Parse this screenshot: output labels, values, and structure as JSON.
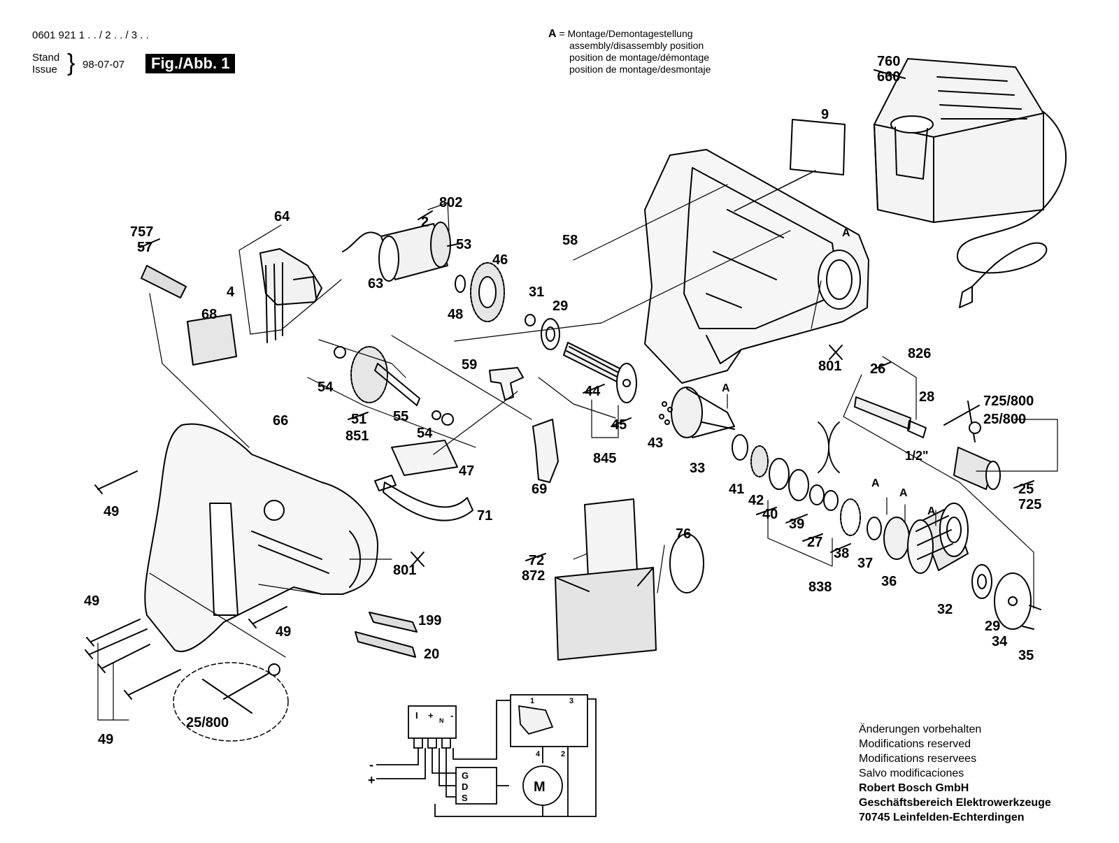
{
  "header": {
    "part_number": "0601 921 1 . . / 2 . . / 3 . .",
    "stand": "Stand",
    "issue": "Issue",
    "date": "98-07-07",
    "figure": "Fig./Abb. 1"
  },
  "legend": {
    "symbol": "A",
    "lines": [
      "= Montage/Demontagestellung",
      "assembly/disassembly position",
      "position de montage/démontage",
      "position de montage/desmontaje"
    ]
  },
  "notes": {
    "lines": [
      "Änderungen vorbehalten",
      "Modifications reserved",
      "Modifications reservees",
      "Salvo modificaciones"
    ],
    "company": [
      "Robert Bosch GmbH",
      "Geschäftsbereich Elektrowerkzeuge",
      "70745 Leinfelden-Echterdingen"
    ]
  },
  "part_labels": {
    "p760": "760",
    "p660": "660",
    "p9": "9",
    "p802": "802",
    "p2": "2",
    "p53": "53",
    "p64": "64",
    "p757": "757",
    "p57": "57",
    "p63": "63",
    "p4": "4",
    "p68": "68",
    "p58": "58",
    "p46": "46",
    "p48": "48",
    "p31": "31",
    "p29a": "29",
    "pA1": "A",
    "p801a": "801",
    "p59": "59",
    "p54a": "54",
    "p66": "66",
    "p51": "51",
    "p851": "851",
    "p55": "55",
    "p54b": "54",
    "p44": "44",
    "p45": "45",
    "p845": "845",
    "p43": "43",
    "pA2": "A",
    "p33": "33",
    "p826": "826",
    "p26": "26",
    "p28": "28",
    "p725_800": "725/800",
    "p25_800a": "25/800",
    "p_half": "1/2\"",
    "p47": "47",
    "p69": "69",
    "p49a": "49",
    "p71": "71",
    "p41": "41",
    "p42": "42",
    "p40": "40",
    "p39": "39",
    "p27": "27",
    "p38": "38",
    "p25": "25",
    "p725": "725",
    "p72": "72",
    "p872": "872",
    "p76": "76",
    "p801b": "801",
    "pA3": "A",
    "pA4": "A",
    "pA5": "A",
    "p37": "37",
    "p36": "36",
    "p838": "838",
    "p32": "32",
    "p29b": "29",
    "p34": "34",
    "p35": "35",
    "p49b": "49",
    "p49c": "49",
    "p199": "199",
    "p20": "20",
    "p25_800b": "25/800",
    "p49d": "49"
  },
  "schematic": {
    "terminals": [
      "I",
      "+",
      "N",
      "-"
    ],
    "fet": [
      "G",
      "D",
      "S"
    ],
    "motor": "M",
    "minus": "-",
    "plus": "+",
    "switch_pins": [
      "1",
      "3",
      "4",
      "2"
    ]
  }
}
